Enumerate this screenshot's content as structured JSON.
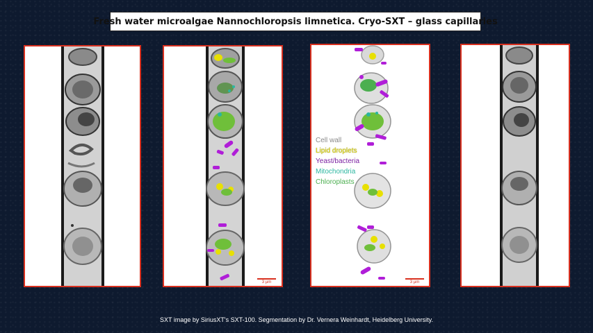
{
  "title": "Fresh water microalgae Nannochloropsis limnetica. Cryo-SXT – glass capillaries",
  "credit": "SXT image by SiriusXT's SXT-100. Segmentation by Dr. Vernera Weinhardt, Heidelberg University.",
  "legend": {
    "items": [
      {
        "label": "Cell wall",
        "color": "#8a8a8a"
      },
      {
        "label": "Lipid droplets",
        "color": "#e8e000"
      },
      {
        "label": "Yeast/bacteria",
        "color": "#7b1fa2"
      },
      {
        "label": "Mitochondria",
        "color": "#2bb6a0"
      },
      {
        "label": "Chloroplasts",
        "color": "#4caf50"
      }
    ]
  },
  "scale_label": "3 µm",
  "colors": {
    "background": "#0e1a2f",
    "panel_border": "#d9301f",
    "lipid": "#e8e000",
    "yeast": "#b01ed8",
    "mito": "#2bb6a0",
    "chloroplast": "#6fbf3a"
  }
}
